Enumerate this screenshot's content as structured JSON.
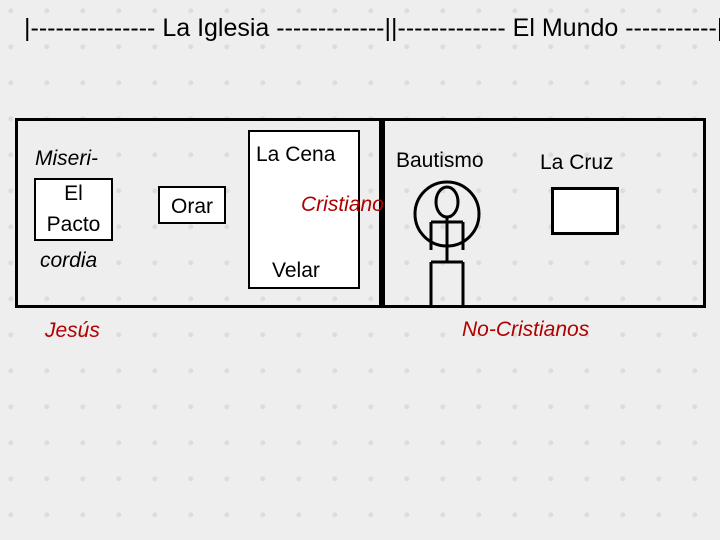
{
  "header": {
    "text": "|--------------- La Iglesia -------------||------------- El Mundo -----------|"
  },
  "labels": {
    "miseri": "Miseri-",
    "el": "El",
    "pacto": "Pacto",
    "cordia": "cordia",
    "jesus": "Jesús",
    "orar": "Orar",
    "la_cena": "La Cena",
    "bautismo": "Bautismo",
    "la_cruz": "La Cruz",
    "cristiano": "Cristiano",
    "velar": "Velar",
    "no_cristianos": "No-Cristianos"
  },
  "colors": {
    "lines": "#000000",
    "red_text": "#b00000",
    "box_fill": "#ffffff"
  },
  "icons": [
    "stick-figure-icon"
  ]
}
